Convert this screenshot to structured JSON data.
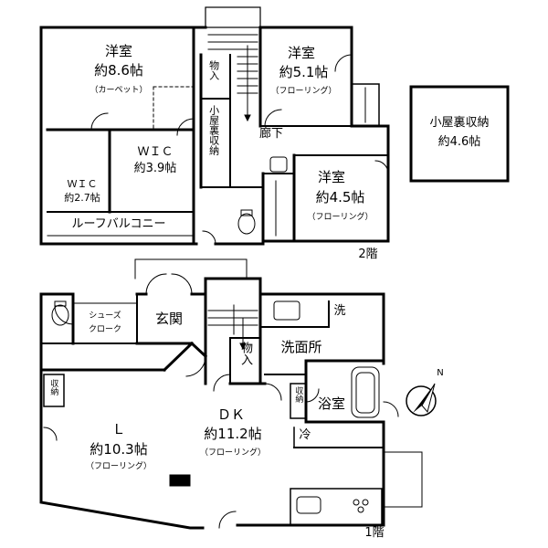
{
  "floor2": {
    "floor_label": "2階",
    "western_room_main": {
      "name": "洋室",
      "size": "約8.6帖",
      "floor": "（カーペット）"
    },
    "western_room_a": {
      "name": "洋室",
      "size": "約5.1帖",
      "floor": "（フローリング）"
    },
    "western_room_b": {
      "name": "洋室",
      "size": "約4.5帖",
      "floor": "（フローリング）"
    },
    "wic_main": {
      "name": "ＷＩＣ",
      "size": "約3.9帖"
    },
    "wic_small": {
      "name": "ＷＩＣ",
      "size": "約2.7帖"
    },
    "storage_mono": "物入",
    "attic_storage_vert": "小屋裏収納",
    "hallway": "廊下",
    "roof_balcony": "ルーフバルコニー",
    "attic_room": {
      "name": "小屋裏収納",
      "size": "約4.6帖"
    }
  },
  "floor1": {
    "floor_label": "1階",
    "shoes_cloak": {
      "line1": "シューズ",
      "line2": "クローク"
    },
    "entrance": "玄関",
    "storage_mono": "物入",
    "washroom": "洗面所",
    "washer": "洗",
    "bathroom": "浴室",
    "living": {
      "name": "Ｌ",
      "size": "約10.3帖",
      "floor": "（フローリング）"
    },
    "dining_kitchen": {
      "name": "ＤＫ",
      "size": "約11.2帖",
      "floor": "（フローリング）"
    },
    "fridge": "冷",
    "storage_left": "収納",
    "storage_right": "収納"
  },
  "compass": {
    "label": "N"
  },
  "colors": {
    "wall": "#000000",
    "background": "#ffffff",
    "gray": "#777777"
  }
}
